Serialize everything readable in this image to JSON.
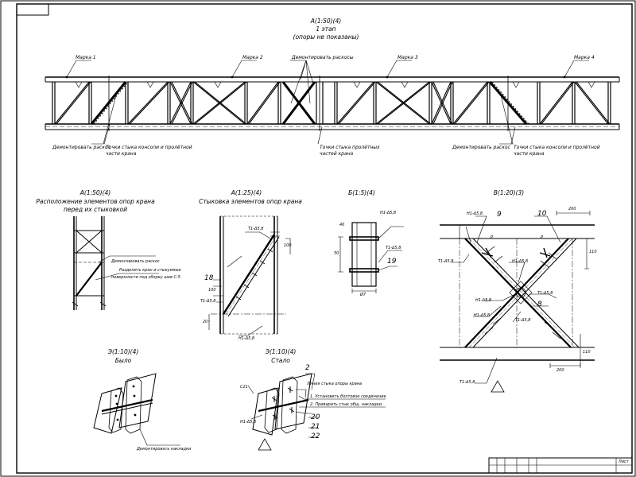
{
  "main_view": {
    "title_line1": "А(1:50)(4)",
    "title_line2": "1 этап",
    "title_line3": "(опоры не показаны)",
    "node_labels": [
      "Марка 1",
      "Марка 2",
      "Марка 3",
      "Марка 4"
    ],
    "note_dismantle_top": "Демонтировать раскосы",
    "note_dismantle_left": "Демонтировать раскос",
    "note_dismantle_right": "Демонтировать раскос",
    "note_joint_left_1": "Точки стыка консоли и пролётной",
    "note_joint_left_2": "части крана",
    "note_joint_mid_1": "Точки стыка пролётных",
    "note_joint_mid_2": "частей крана",
    "note_joint_right_1": "Точки стыка консоли и пролётной",
    "note_joint_right_2": "части крана"
  },
  "view_a_small": {
    "title_line1": "А(1:50)(4)",
    "title_line2": "Расположение элементов опор крана",
    "title_line3": "перед их стыковкой",
    "note_1": "Демонтировать раскос",
    "note_2": "Разделить кран и стыкуемые",
    "note_3": "поверхности под сборку шов С-5"
  },
  "view_a_joint": {
    "title_line1": "А(1:25)(4)",
    "title_line2": "Стыковка элементов опор крана",
    "labels": [
      "T1-Δ5,8",
      "T1-Δ5,8",
      "H1-Δ5,8",
      "18"
    ],
    "dims": [
      "100",
      "100",
      "20"
    ]
  },
  "view_b": {
    "title": "Б(1:5)(4)",
    "labels": [
      "H1-Δ5,8",
      "T1-Δ5,8",
      "19"
    ],
    "dims": [
      "40",
      "50",
      "Ø7"
    ]
  },
  "view_c": {
    "title": "В(1:20)(3)",
    "labels": [
      "9",
      "10",
      "T1-Δ5,8",
      "H1-Δ5,8",
      "H1-Δ5,8",
      "T1-Δ5,8",
      "H1-Δ5,8",
      "T1-Δ5,8",
      "H1-Δ5,8",
      "8",
      "T1-Δ5,8",
      "P",
      "P"
    ],
    "dims": [
      "200",
      "200",
      "110",
      "110"
    ]
  },
  "view_g1": {
    "title_line1": "Э(1:10)(4)",
    "title_line2": "Было",
    "note": "Демонтировать накладки"
  },
  "view_g2": {
    "title_line1": "Э(1:10)(4)",
    "title_line2": "Стало",
    "marker": "2",
    "note_1": "Линия стыка опоры крана",
    "note_2": "1. Установить болтовое соединение",
    "note_3": "2. Приварить стык общ. накладки",
    "labels": [
      "C21",
      "H1-Δ5,8"
    ],
    "nums": [
      "20",
      "21",
      "22"
    ]
  },
  "title_block": {
    "stamp": "Лист"
  }
}
